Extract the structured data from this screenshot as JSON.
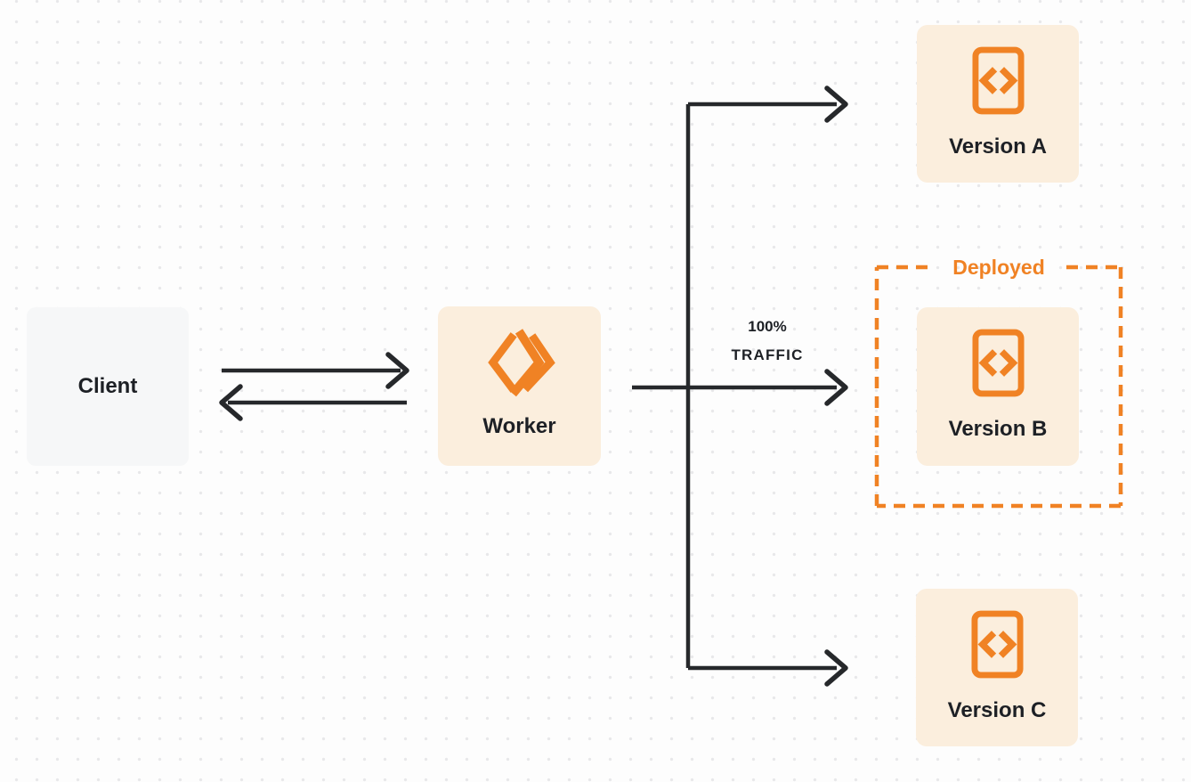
{
  "colors": {
    "accent_orange": "#f08224",
    "version_node_fill": "#fbeedd",
    "client_node_fill": "#f6f7f8",
    "arrow_color": "#26282b",
    "text_dark": "#1d2025",
    "dot_grid": "#e8e8ea"
  },
  "nodes": {
    "client": {
      "label": "Client"
    },
    "worker": {
      "label": "Worker",
      "icon": "cloudflare-workers-icon"
    }
  },
  "versions": [
    {
      "label": "Version A",
      "icon": "code-file-icon",
      "deployed": false
    },
    {
      "label": "Version B",
      "icon": "code-file-icon",
      "deployed": true
    },
    {
      "label": "Version C",
      "icon": "code-file-icon",
      "deployed": false
    }
  ],
  "deployed_box": {
    "label": "Deployed"
  },
  "traffic_annotation": {
    "line1": "100%",
    "line2": "TRAFFIC"
  },
  "edges": [
    {
      "from": "client",
      "to": "worker",
      "type": "bidirectional"
    },
    {
      "from": "worker",
      "to": "version-a",
      "type": "arrow"
    },
    {
      "from": "worker",
      "to": "version-b",
      "type": "arrow",
      "label": "100% TRAFFIC"
    },
    {
      "from": "worker",
      "to": "version-c",
      "type": "arrow"
    }
  ]
}
